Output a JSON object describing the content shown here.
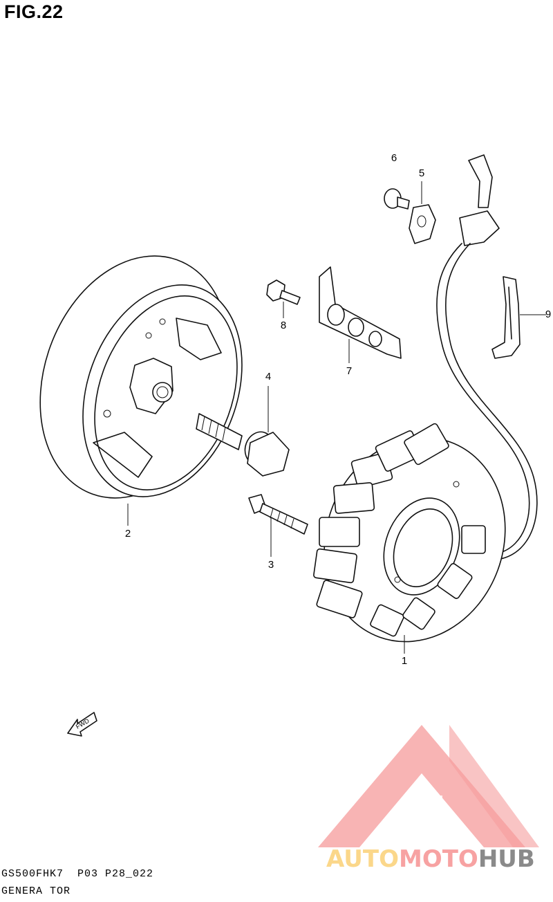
{
  "figure": {
    "title": "FIG.22"
  },
  "callouts": [
    {
      "id": "1",
      "label": "1"
    },
    {
      "id": "2",
      "label": "2"
    },
    {
      "id": "3",
      "label": "3"
    },
    {
      "id": "4",
      "label": "4"
    },
    {
      "id": "5",
      "label": "5"
    },
    {
      "id": "6",
      "label": "6"
    },
    {
      "id": "7",
      "label": "7"
    },
    {
      "id": "8",
      "label": "8"
    },
    {
      "id": "9",
      "label": "9"
    }
  ],
  "arrow": {
    "text": "FWD"
  },
  "footer": {
    "code": "GS500FHK7  P03 P28_022",
    "name": "GENERA TOR"
  },
  "watermark": {
    "text_auto": "AUTO",
    "text_moto": "MOTO",
    "text_hub": "HUB",
    "colors": {
      "auto": "#fbd78a",
      "moto": "#f7a2a2",
      "hub": "#8a8a8a",
      "logo": "#f48a8a"
    }
  }
}
